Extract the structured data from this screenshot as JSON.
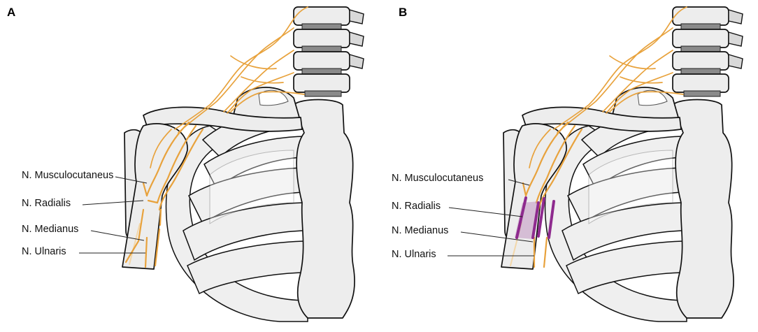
{
  "panels": [
    {
      "id": "A",
      "letter": "A",
      "labels": {
        "musculocutaneus": "N. Musculocutaneus",
        "radialis": "N. Radialis",
        "medianus": "N. Medianus",
        "ulnaris": "N. Ulnaris"
      }
    },
    {
      "id": "B",
      "letter": "B",
      "labels": {
        "musculocutaneus": "N. Musculocutaneus",
        "radialis": "N. Radialis",
        "medianus": "N. Medianus",
        "ulnaris": "N. Ulnaris"
      }
    }
  ],
  "colors": {
    "nerve": "#e8a23c",
    "injury": "#8e2a8e",
    "bone_fill": "#ededed",
    "outline": "#111111"
  }
}
